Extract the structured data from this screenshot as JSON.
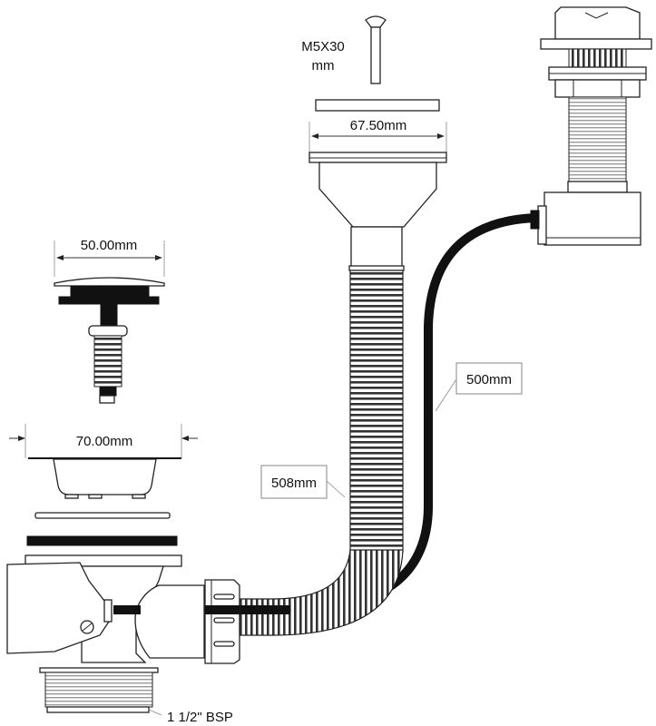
{
  "diagram": {
    "title": "Sink waste kit exploded diagram",
    "components": {
      "screw": {
        "label_line1": "M5X30",
        "label_line2": "mm"
      },
      "flange_top": {
        "dimension": "67.50mm"
      },
      "plug": {
        "dimension": "50.00mm"
      },
      "strainer": {
        "dimension": "70.00mm"
      },
      "flexible_pipe": {
        "length": "508mm"
      },
      "overflow_hose": {
        "length": "500mm"
      },
      "outlet_thread": {
        "label": "1 1/2\" BSP"
      }
    },
    "colors": {
      "line": "#222222",
      "hose": "#111111",
      "callout_border": "#9a9a9a",
      "background": "#ffffff"
    }
  }
}
